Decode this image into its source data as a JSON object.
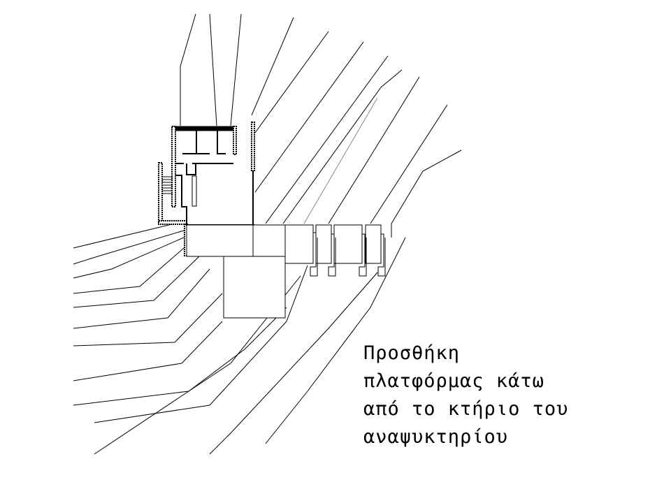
{
  "caption": {
    "lines": [
      "Προσθήκη",
      "πλατφόρμας κάτω",
      "από το κτήριο του",
      "αναψυκτηρίου"
    ]
  }
}
